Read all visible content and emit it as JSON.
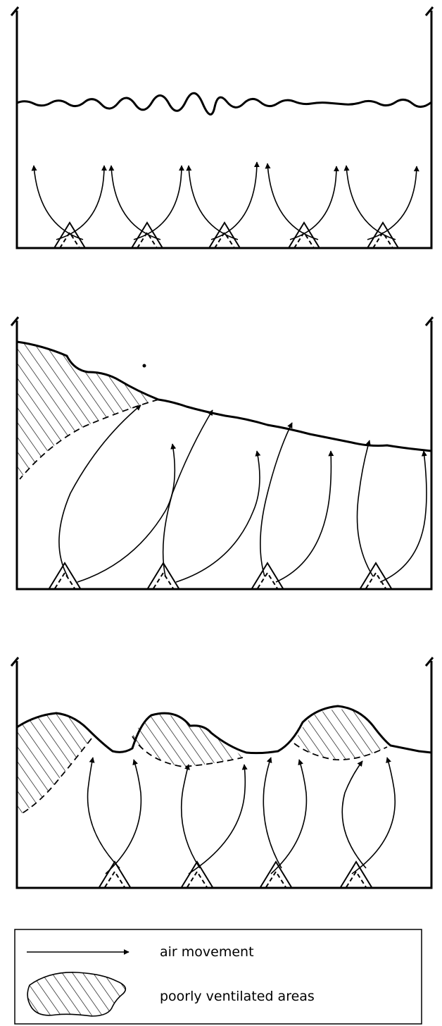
{
  "legend": {
    "air_movement_label": "air movement",
    "poorly_ventilated_label": "poorly ventilated areas"
  },
  "colors": {
    "ink": "#000000",
    "background": "#ffffff"
  },
  "panels": [
    {
      "name": "even-surface",
      "ducts": 5,
      "air_flow": "vertical",
      "poorly_ventilated_zones": 0
    },
    {
      "name": "sloped-surface",
      "ducts": 4,
      "air_flow": "slanted",
      "poorly_ventilated_zones": 1
    },
    {
      "name": "wavy-surface",
      "ducts": 4,
      "air_flow": "vertical",
      "poorly_ventilated_zones": 3
    }
  ]
}
